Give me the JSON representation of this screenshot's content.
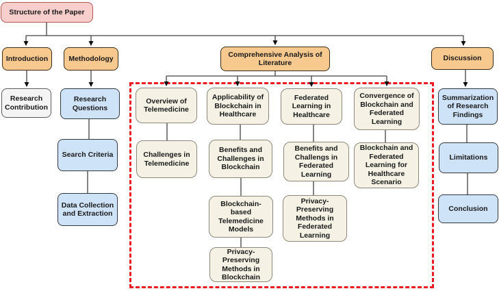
{
  "diagram": {
    "title": "Structure of the Paper",
    "group_style": "red-dashed-rectangle"
  },
  "colors": {
    "pink_fill": "#f8cecc",
    "pink_border": "#b85450",
    "orange_fill": "#f8c98e",
    "orange_border": "#382a16",
    "blue_fill": "#cfe3f8",
    "blue_border": "#32373c",
    "gray_fill": "#f4f4f4",
    "gray_border": "#5a5a5a",
    "cream_fill": "#f5f1e4",
    "cream_border": "#8b887a",
    "dashed_border": "#ea1b22",
    "connector_line": "#404040",
    "arrowhead": "#0d0d0d"
  },
  "nodes": [
    {
      "id": "structure-of-the-paper",
      "label": "Structure of the Paper",
      "role": "pink"
    },
    {
      "id": "introduction",
      "label": "Introduction",
      "role": "orange"
    },
    {
      "id": "methodology",
      "label": "Methodology",
      "role": "orange"
    },
    {
      "id": "comprehensive-analysis",
      "label": "Comprehensive Analysis of Literature",
      "role": "orange"
    },
    {
      "id": "discussion",
      "label": "Discussion",
      "role": "orange"
    },
    {
      "id": "research-contribution",
      "label": "Research Contribution",
      "role": "gray"
    },
    {
      "id": "research-questions",
      "label": "Research Questions",
      "role": "blue"
    },
    {
      "id": "search-criteria",
      "label": "Search Criteria",
      "role": "blue"
    },
    {
      "id": "data-collection",
      "label": "Data Collection and Extraction",
      "role": "blue"
    },
    {
      "id": "overview-telemedicine",
      "label": "Overview of Telemedicine",
      "role": "cream"
    },
    {
      "id": "challenges-telemedicine",
      "label": "Challenges in Telemedicine",
      "role": "cream"
    },
    {
      "id": "applicability-blockchain",
      "label": "Applicability of Blockchain in Healthcare",
      "role": "cream"
    },
    {
      "id": "benefits-blockchain",
      "label": "Benefits and Challenges  in Blockchain",
      "role": "cream"
    },
    {
      "id": "blockchain-telemedicine-models",
      "label": "Blockchain-based Telemedicine Models",
      "role": "cream"
    },
    {
      "id": "privacy-methods-blockchain",
      "label": "Privacy-Preserving Methods in Blockchain",
      "role": "cream"
    },
    {
      "id": "federated-learning-healthcare",
      "label": "Federated Learning in Healthcare",
      "role": "cream"
    },
    {
      "id": "benefits-federated",
      "label": "Benefits and Challengs in Federated Learning",
      "role": "cream"
    },
    {
      "id": "privacy-methods-federated",
      "label": "Privacy-Preserving Methods in Federated Learning",
      "role": "cream"
    },
    {
      "id": "convergence-blockchain-federated",
      "label": "Convergence of Blockchain and Federated Learning",
      "role": "cream"
    },
    {
      "id": "blockchain-federated-scenario",
      "label": "Blockchain and Federated Learning for Healthcare Scenario",
      "role": "cream"
    },
    {
      "id": "summarization-findings",
      "label": "Summarization of Research Findings",
      "role": "blue"
    },
    {
      "id": "limitations",
      "label": "Limitations",
      "role": "blue"
    },
    {
      "id": "conclusion",
      "label": "Conclusion",
      "role": "blue"
    }
  ]
}
